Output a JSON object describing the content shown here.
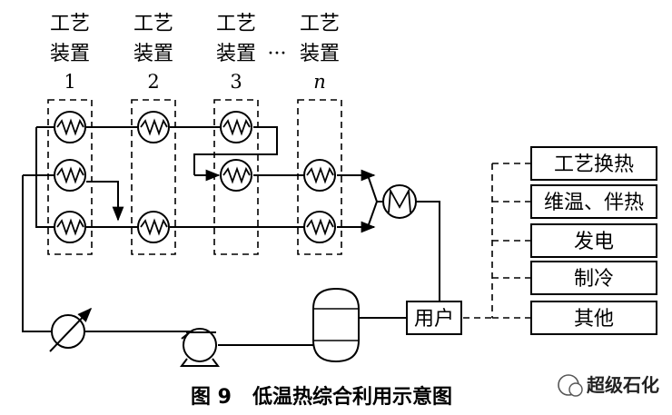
{
  "units": [
    {
      "label_line1": "工艺",
      "label_line2": "装置",
      "number": "1"
    },
    {
      "label_line1": "工艺",
      "label_line2": "装置",
      "number": "2"
    },
    {
      "label_line1": "工艺",
      "label_line2": "装置",
      "number": "3"
    },
    {
      "label_line1": "工艺",
      "label_line2": "装置",
      "number": "n"
    }
  ],
  "ellipsis": "···",
  "user_box": "用户",
  "uses": [
    "工艺换热",
    "维温、伴热",
    "发电",
    "制冷",
    "其他"
  ],
  "caption": "图 9   低温热综合利用示意图",
  "watermark": "超级石化"
}
